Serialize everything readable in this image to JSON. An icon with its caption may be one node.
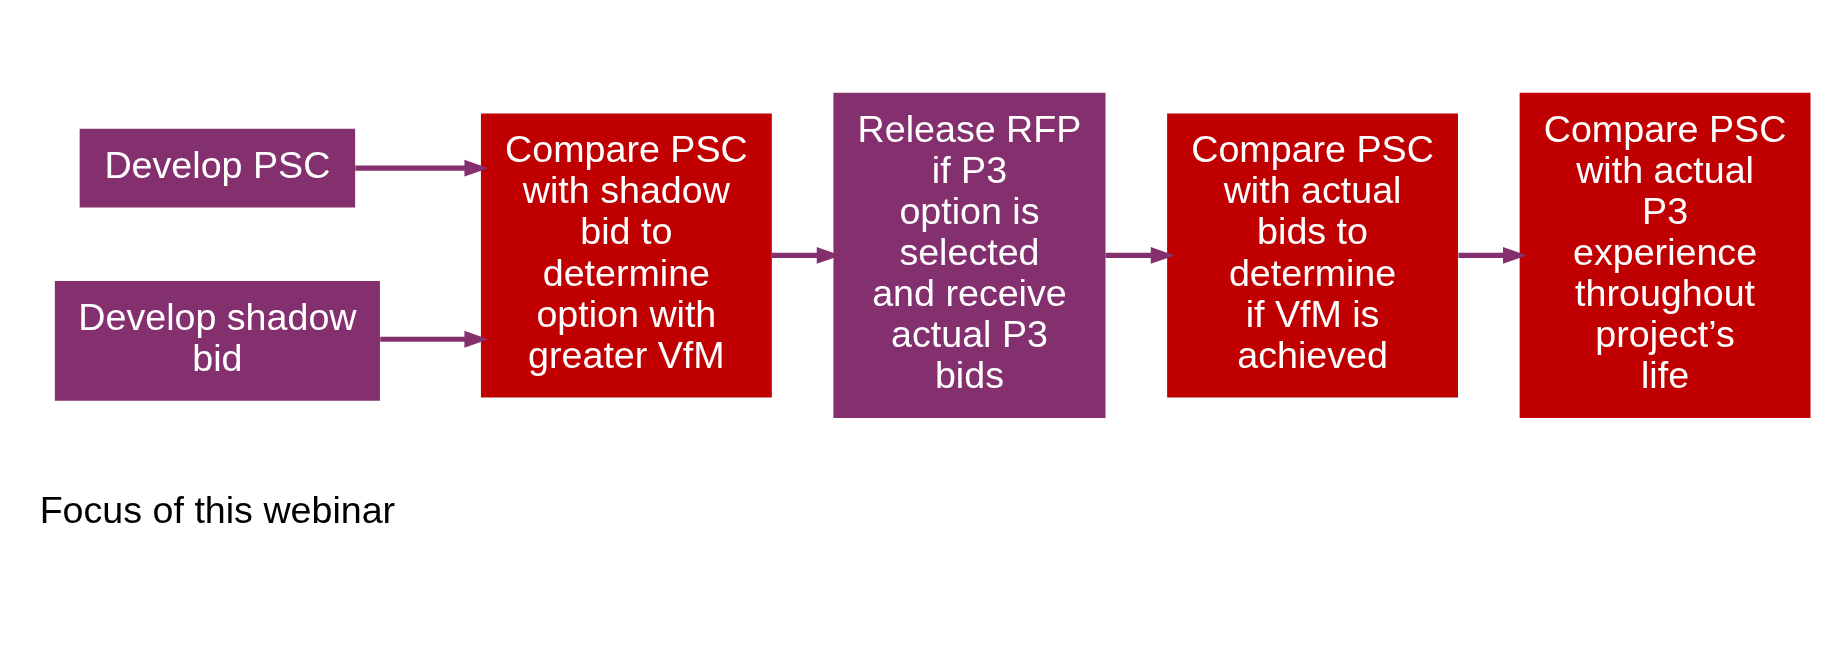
{
  "diagram": {
    "nodes": [
      {
        "text": [
          "Develop PSC"
        ]
      },
      {
        "text": [
          "Develop shadow bid"
        ]
      },
      {
        "text": [
          "Compare PSC with shadow bid to determine option with greater VfM"
        ]
      },
      {
        "text": [
          "Release RFP if P3 option is selected and receive actual P3 bids"
        ]
      },
      {
        "text": [
          "Compare PSC with actual bids to determine if VfM is achieved"
        ]
      },
      {
        "text": [
          "Compare PSC with actual P3 experience throughout project’s life"
        ]
      }
    ],
    "edges": [
      {
        "from": 0,
        "to": 2,
        "arrow": "to"
      },
      {
        "from": 1,
        "to": 2,
        "arrow": "to"
      },
      {
        "from": 2,
        "to": 3,
        "arrow": "to"
      },
      {
        "from": 3,
        "to": 4,
        "arrow": "to"
      },
      {
        "from": 4,
        "to": 5,
        "arrow": "to"
      }
    ],
    "labels": [
      "Focus of this webinar"
    ]
  }
}
